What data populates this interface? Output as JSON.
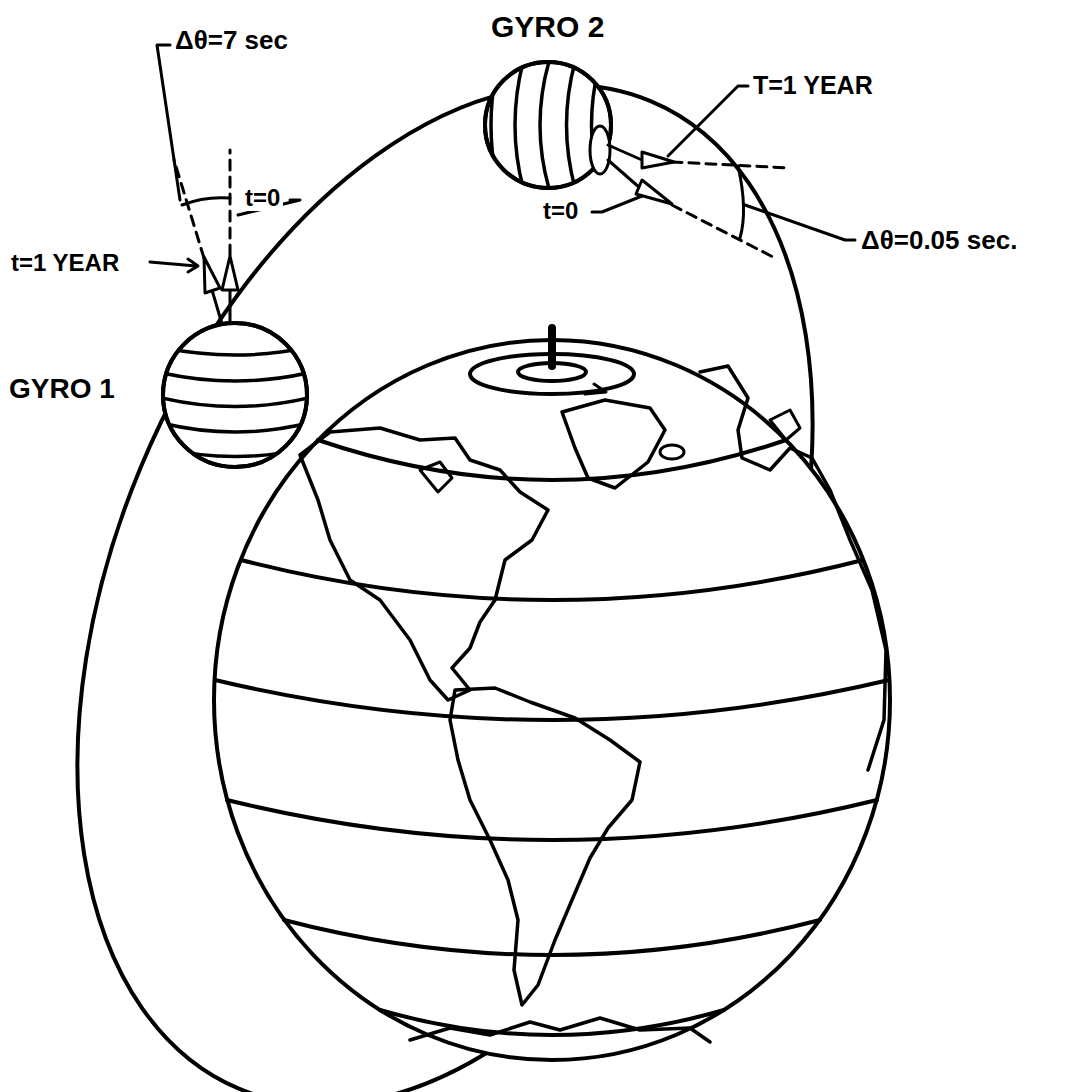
{
  "diagram": {
    "labels": [
      "Δθ=7 sec",
      "GYRO 2",
      "T=1 YEAR",
      "t=0",
      "t=1 YEAR",
      "Δθ=0.05 sec.",
      "t=0",
      "GYRO 1"
    ]
  }
}
